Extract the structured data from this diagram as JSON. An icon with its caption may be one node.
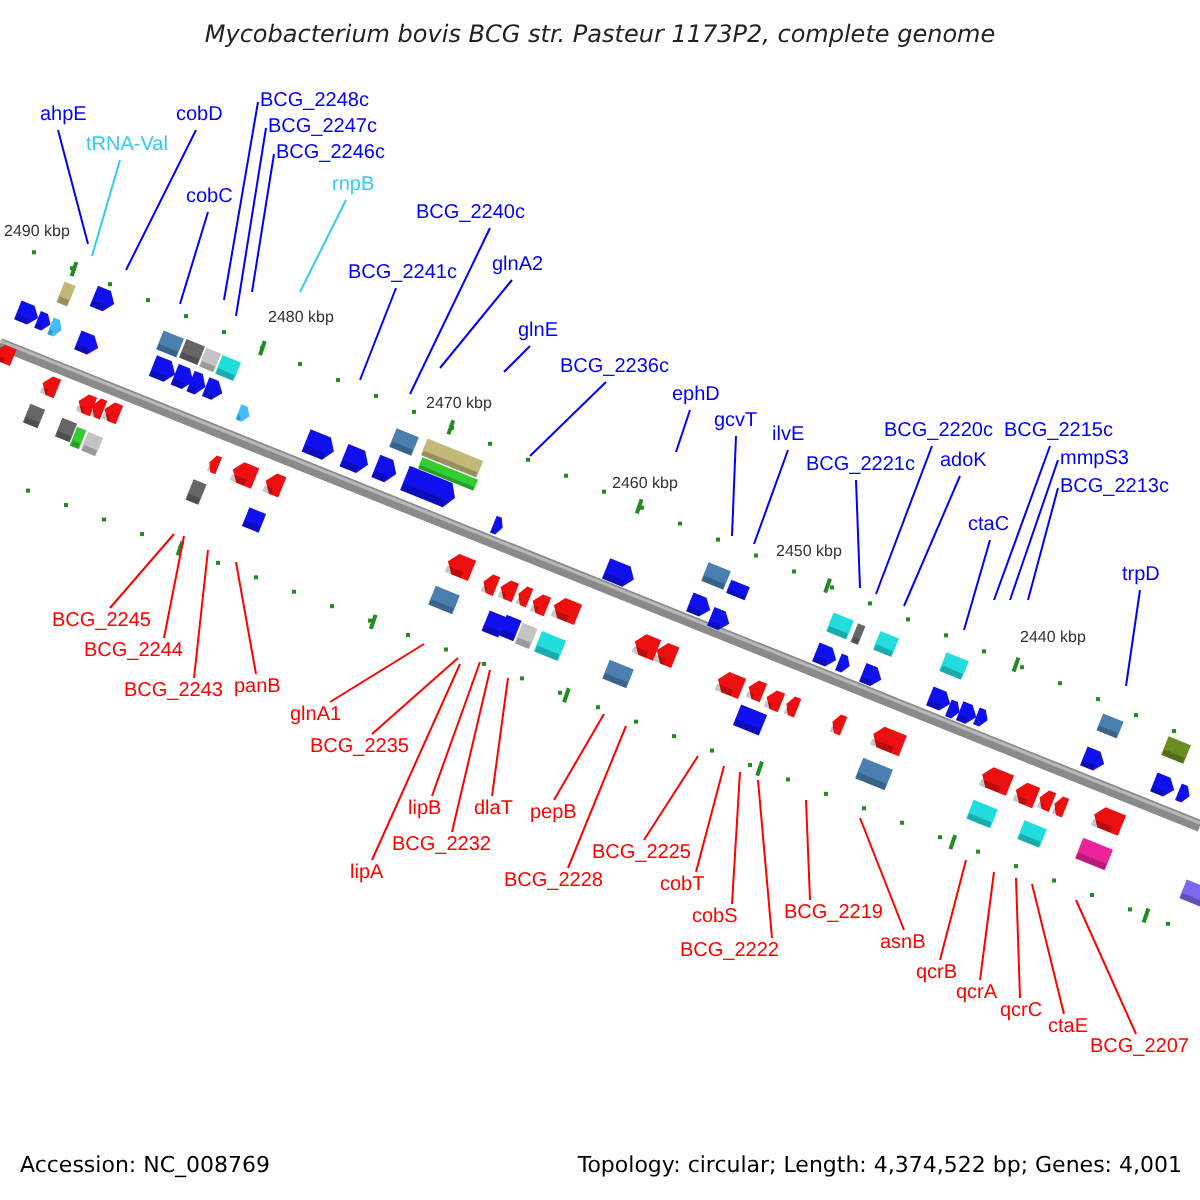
{
  "diagram": {
    "title": "Mycobacterium bovis BCG str. Pasteur 1173P2, complete genome",
    "nodes": [
      {
        "text": [
          "ahpE"
        ]
      },
      {
        "text": [
          "tRNA-Val"
        ]
      },
      {
        "text": [
          "cobD"
        ]
      },
      {
        "text": [
          "BCG_2248c"
        ]
      },
      {
        "text": [
          "BCG_2247c"
        ]
      },
      {
        "text": [
          "BCG_2246c"
        ]
      },
      {
        "text": [
          "cobC"
        ]
      },
      {
        "text": [
          "rnpB"
        ]
      },
      {
        "text": [
          "BCG_2240c"
        ]
      },
      {
        "text": [
          "glnA2"
        ]
      },
      {
        "text": [
          "BCG_2241c"
        ]
      },
      {
        "text": [
          "glnE"
        ]
      },
      {
        "text": [
          "BCG_2236c"
        ]
      },
      {
        "text": [
          "ephD"
        ]
      },
      {
        "text": [
          "gcvT"
        ]
      },
      {
        "text": [
          "ilvE"
        ]
      },
      {
        "text": [
          "BCG_2220c"
        ]
      },
      {
        "text": [
          "BCG_2215c"
        ]
      },
      {
        "text": [
          "BCG_2221c"
        ]
      },
      {
        "text": [
          "adoK"
        ]
      },
      {
        "text": [
          "mmpS3"
        ]
      },
      {
        "text": [
          "BCG_2213c"
        ]
      },
      {
        "text": [
          "ctaC"
        ]
      },
      {
        "text": [
          "trpD"
        ]
      },
      {
        "text": [
          "BCG_2245"
        ]
      },
      {
        "text": [
          "BCG_2244"
        ]
      },
      {
        "text": [
          "BCG_2243"
        ]
      },
      {
        "text": [
          "panB"
        ]
      },
      {
        "text": [
          "glnA1"
        ]
      },
      {
        "text": [
          "BCG_2235"
        ]
      },
      {
        "text": [
          "lipB"
        ]
      },
      {
        "text": [
          "dlaT"
        ]
      },
      {
        "text": [
          "BCG_2232"
        ]
      },
      {
        "text": [
          "lipA"
        ]
      },
      {
        "text": [
          "pepB"
        ]
      },
      {
        "text": [
          "BCG_2228"
        ]
      },
      {
        "text": [
          "BCG_2225"
        ]
      },
      {
        "text": [
          "cobT"
        ]
      },
      {
        "text": [
          "cobS"
        ]
      },
      {
        "text": [
          "BCG_2222"
        ]
      },
      {
        "text": [
          "BCG_2219"
        ]
      },
      {
        "text": [
          "asnB"
        ]
      },
      {
        "text": [
          "qcrB"
        ]
      },
      {
        "text": [
          "qcrA"
        ]
      },
      {
        "text": [
          "qcrC"
        ]
      },
      {
        "text": [
          "ctaE"
        ]
      },
      {
        "text": [
          "BCG_2207"
        ]
      }
    ],
    "edges": [
      {
        "from": 0,
        "to": null,
        "arrow": "none",
        "color": "#0000ff"
      },
      {
        "from": 1,
        "to": null,
        "arrow": "none",
        "color": "#33ccee"
      },
      {
        "from": 2,
        "to": null,
        "arrow": "none",
        "color": "#0000ff"
      },
      {
        "from": 3,
        "to": null,
        "arrow": "none",
        "color": "#0000ff"
      },
      {
        "from": 4,
        "to": null,
        "arrow": "none",
        "color": "#0000ff"
      },
      {
        "from": 5,
        "to": null,
        "arrow": "none",
        "color": "#0000ff"
      },
      {
        "from": 6,
        "to": null,
        "arrow": "none",
        "color": "#0000ff"
      },
      {
        "from": 7,
        "to": null,
        "arrow": "none",
        "color": "#33ccee"
      },
      {
        "from": 8,
        "to": null,
        "arrow": "none",
        "color": "#0000ff"
      },
      {
        "from": 9,
        "to": null,
        "arrow": "none",
        "color": "#0000ff"
      },
      {
        "from": 10,
        "to": null,
        "arrow": "none",
        "color": "#0000ff"
      },
      {
        "from": 11,
        "to": null,
        "arrow": "none",
        "color": "#0000ff"
      },
      {
        "from": 12,
        "to": null,
        "arrow": "none",
        "color": "#0000ff"
      },
      {
        "from": 13,
        "to": null,
        "arrow": "none",
        "color": "#0000ff"
      },
      {
        "from": 14,
        "to": null,
        "arrow": "none",
        "color": "#0000ff"
      },
      {
        "from": 15,
        "to": null,
        "arrow": "none",
        "color": "#0000ff"
      },
      {
        "from": 16,
        "to": null,
        "arrow": "none",
        "color": "#0000ff"
      },
      {
        "from": 17,
        "to": null,
        "arrow": "none",
        "color": "#0000ff"
      },
      {
        "from": 18,
        "to": null,
        "arrow": "none",
        "color": "#0000ff"
      },
      {
        "from": 19,
        "to": null,
        "arrow": "none",
        "color": "#0000ff"
      },
      {
        "from": 20,
        "to": null,
        "arrow": "none",
        "color": "#0000ff"
      },
      {
        "from": 21,
        "to": null,
        "arrow": "none",
        "color": "#0000ff"
      },
      {
        "from": 22,
        "to": null,
        "arrow": "none",
        "color": "#0000ff"
      },
      {
        "from": 23,
        "to": null,
        "arrow": "none",
        "color": "#0000ff"
      },
      {
        "from": 24,
        "to": null,
        "arrow": "none"
      },
      {
        "from": 25,
        "to": null,
        "arrow": "none"
      },
      {
        "from": 26,
        "to": null,
        "arrow": "none"
      },
      {
        "from": 27,
        "to": null,
        "arrow": "none"
      },
      {
        "from": 28,
        "to": null,
        "arrow": "none"
      },
      {
        "from": 29,
        "to": null,
        "arrow": "none"
      },
      {
        "from": 30,
        "to": null,
        "arrow": "none"
      },
      {
        "from": 31,
        "to": null,
        "arrow": "none"
      },
      {
        "from": 32,
        "to": null,
        "arrow": "none"
      },
      {
        "from": 33,
        "to": null,
        "arrow": "none"
      },
      {
        "from": 34,
        "to": null,
        "arrow": "none"
      },
      {
        "from": 35,
        "to": null,
        "arrow": "none"
      },
      {
        "from": 36,
        "to": null,
        "arrow": "none"
      },
      {
        "from": 37,
        "to": null,
        "arrow": "none"
      },
      {
        "from": 38,
        "to": null,
        "arrow": "none"
      },
      {
        "from": 39,
        "to": null,
        "arrow": "none"
      },
      {
        "from": 40,
        "to": null,
        "arrow": "none"
      },
      {
        "from": 41,
        "to": null,
        "arrow": "none"
      },
      {
        "from": 42,
        "to": null,
        "arrow": "none"
      },
      {
        "from": 43,
        "to": null,
        "arrow": "none"
      },
      {
        "from": 44,
        "to": null,
        "arrow": "none"
      },
      {
        "from": 45,
        "to": null,
        "arrow": "none"
      },
      {
        "from": 46,
        "to": null,
        "arrow": "none"
      }
    ],
    "labels": [
      "2490 kbp",
      "2480 kbp",
      "2470 kbp",
      "2460 kbp",
      "2450 kbp",
      "2440 kbp",
      "Accession: NC_008769",
      "Topology: circular; Length: 4,374,522 bp; Genes: 4,001"
    ]
  }
}
